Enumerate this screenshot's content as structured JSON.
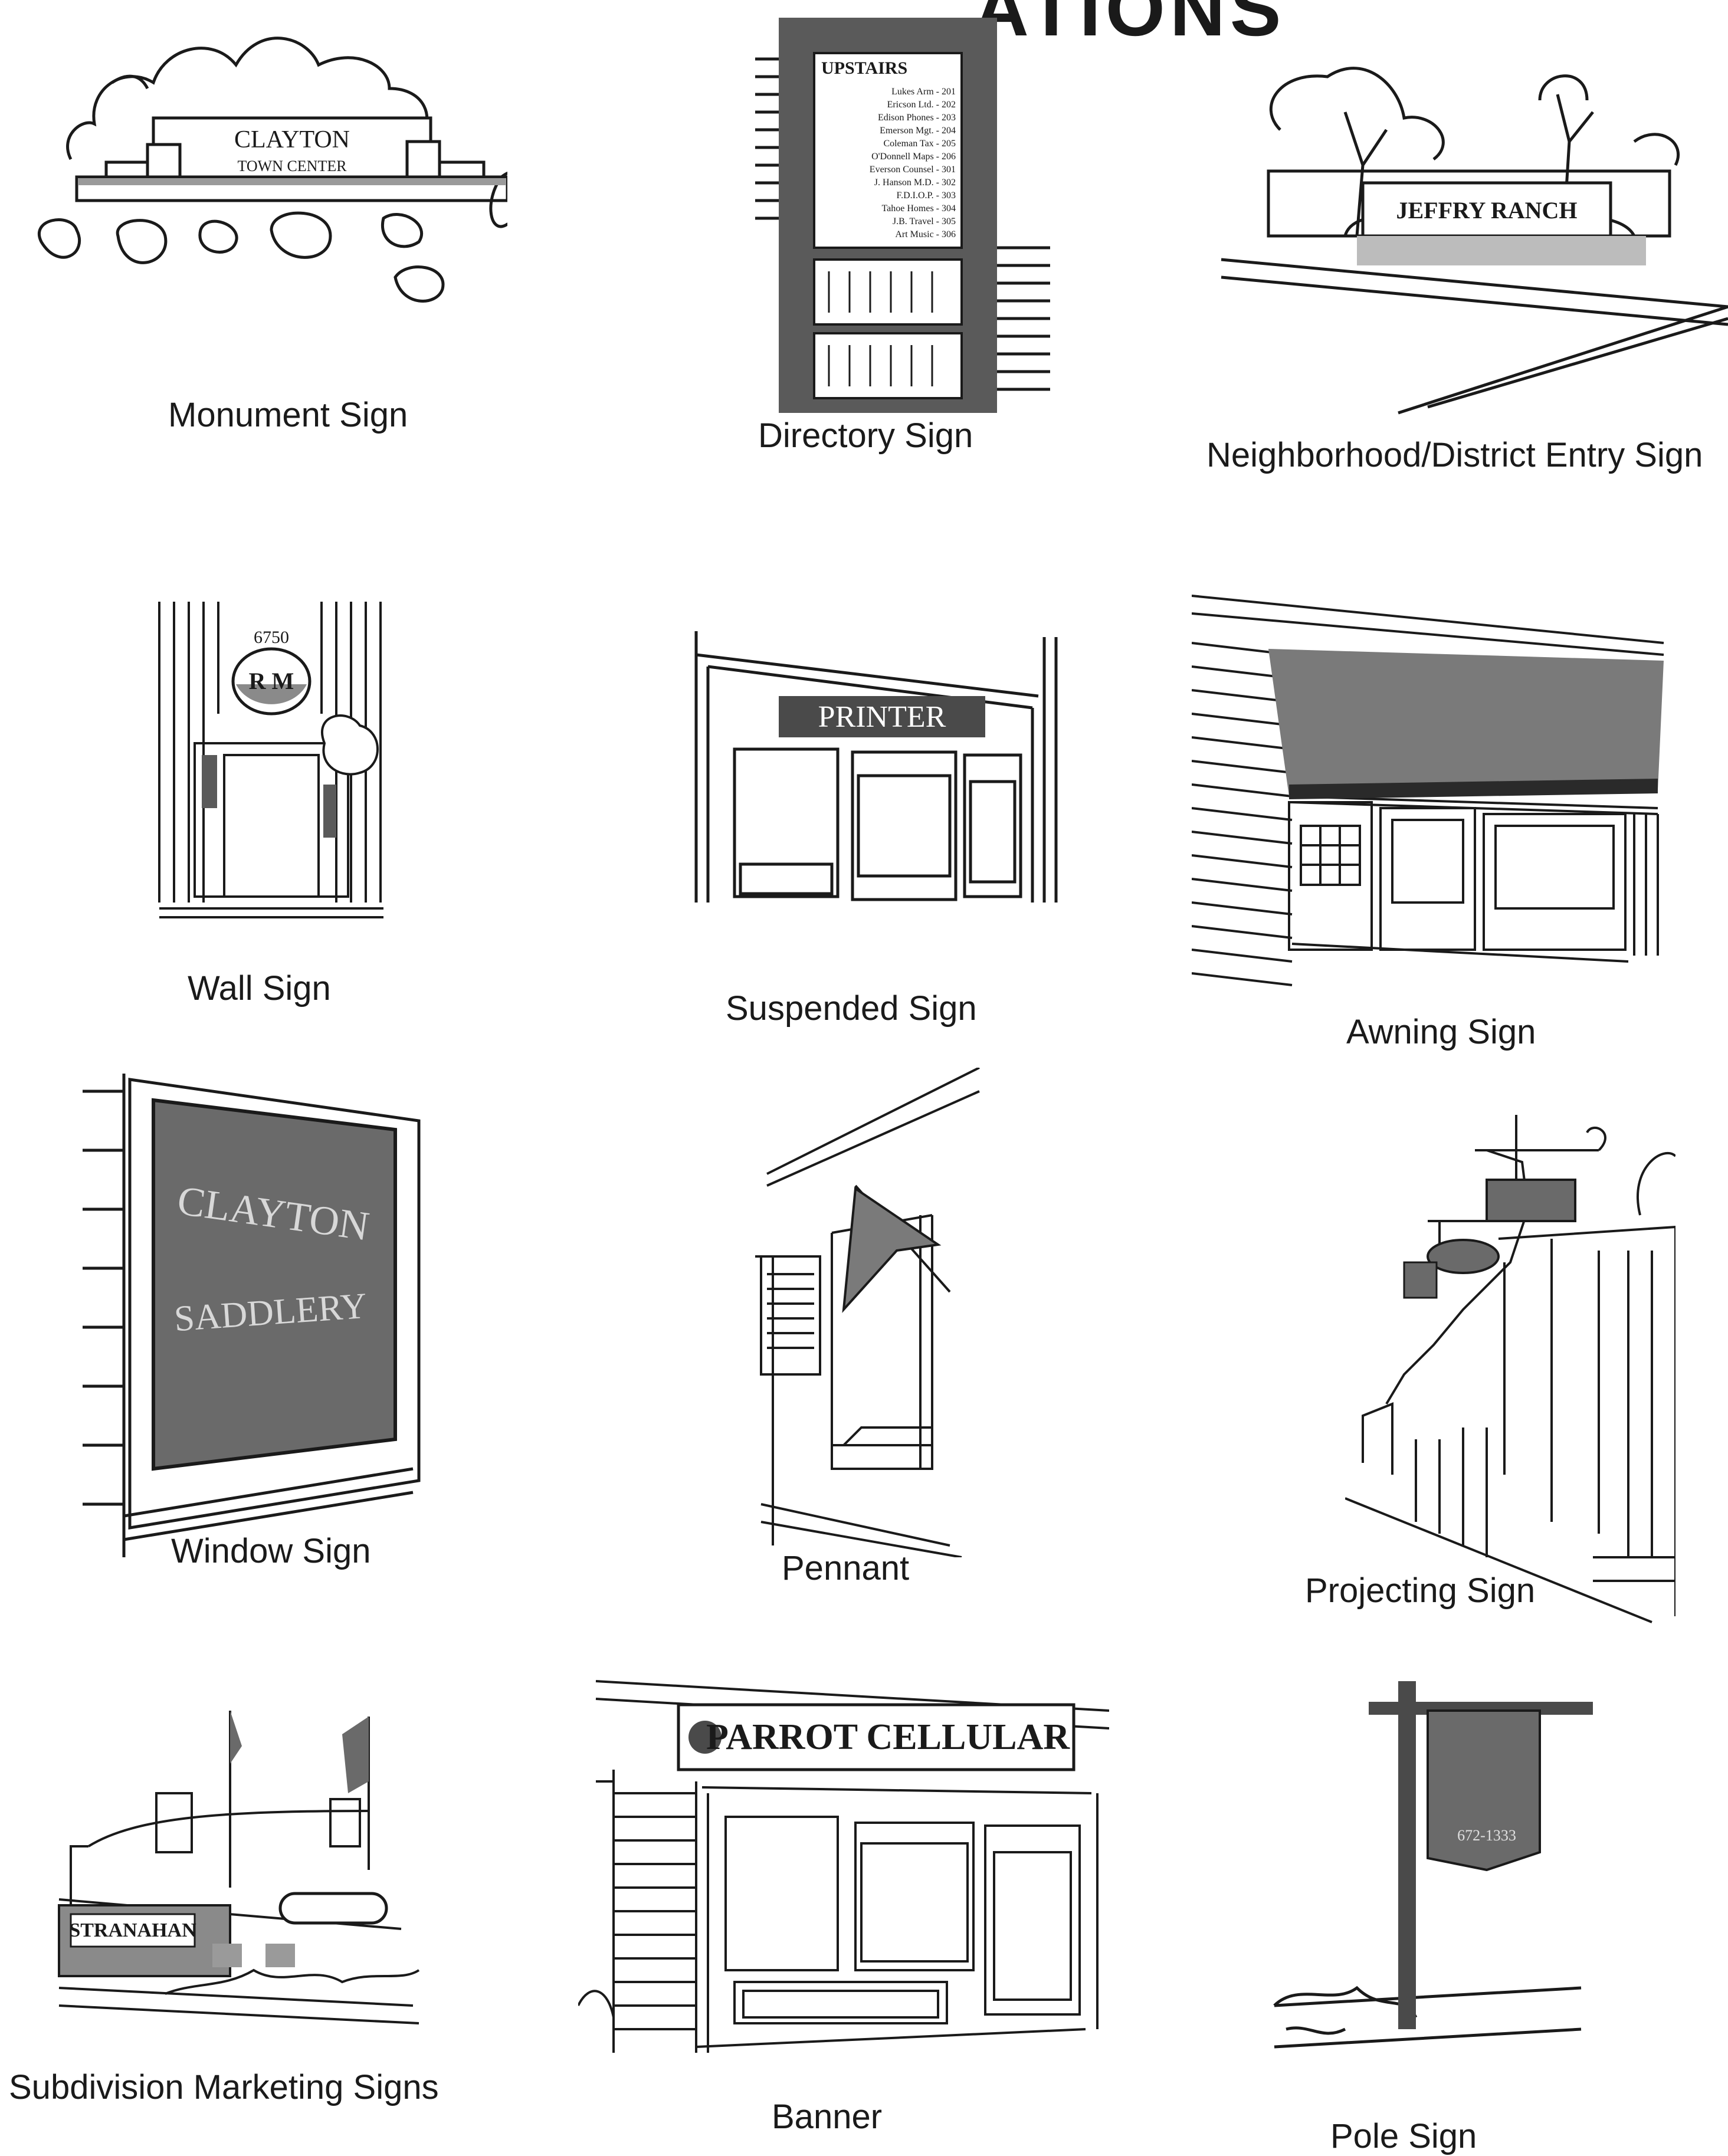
{
  "page": {
    "heading": "ATIONS"
  },
  "signs": {
    "monument": {
      "label": "Monument Sign",
      "text_line1": "CLAYTON",
      "text_line2": "TOWN CENTER"
    },
    "directory": {
      "label": "Directory Sign",
      "header": "UPSTAIRS",
      "entries": [
        "Lukes Arm - 201",
        "Ericson Ltd. - 202",
        "Edison Phones - 203",
        "Emerson Mgt. - 204",
        "Coleman Tax - 205",
        "O'Donnell Maps - 206",
        "Everson Counsel - 301",
        "J. Hanson M.D. - 302",
        "F.D.I.O.P. - 303",
        "Tahoe Homes - 304",
        "J.B. Travel - 305",
        "Art Music - 306"
      ]
    },
    "neighborhood": {
      "label": "Neighborhood/District Entry Sign",
      "text": "JEFFRY RANCH"
    },
    "wall": {
      "label": "Wall Sign",
      "number": "6750",
      "monogram": "R M"
    },
    "suspended": {
      "label": "Suspended Sign",
      "text": "PRINTER"
    },
    "awning": {
      "label": "Awning Sign"
    },
    "window": {
      "label": "Window Sign",
      "text_line1": "CLAYTON",
      "text_line2": "SADDLERY"
    },
    "pennant": {
      "label": "Pennant"
    },
    "projecting": {
      "label": "Projecting Sign"
    },
    "subdivision": {
      "label": "Subdivision Marketing Signs",
      "text": "STRANAHAN"
    },
    "banner": {
      "label": "Banner",
      "text": "PARROT CELLULAR"
    },
    "pole": {
      "label": "Pole Sign",
      "phone": "672-1333"
    }
  }
}
